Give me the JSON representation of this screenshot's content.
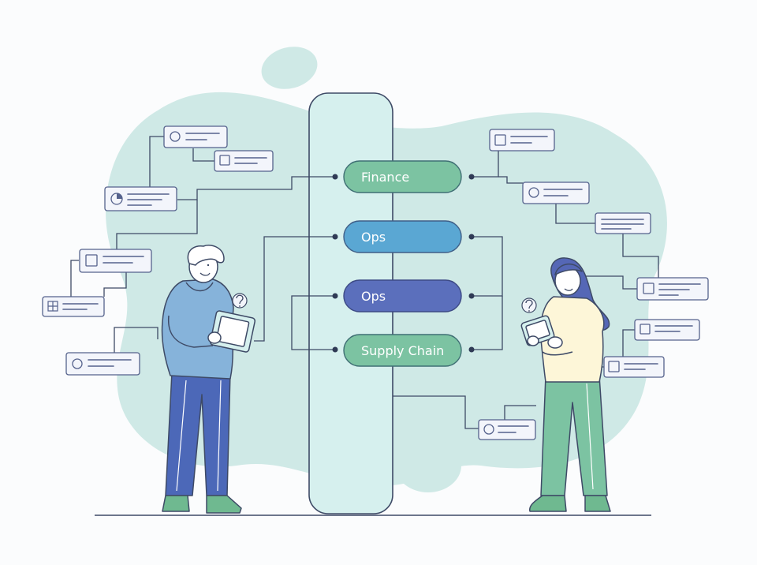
{
  "departments": [
    {
      "label": "Finance",
      "color": "#7cc3a2",
      "stroke": "#3f6f74"
    },
    {
      "label": "Ops",
      "color": "#5aa7d3",
      "stroke": "#3f5f88"
    },
    {
      "label": "Ops",
      "color": "#5b6fbc",
      "stroke": "#3d4a85"
    },
    {
      "label": "Supply Chain",
      "color": "#7cc3a2",
      "stroke": "#3f6f74"
    }
  ],
  "colors": {
    "line": "#3e4a66",
    "blob": "#cfe9e6",
    "pillar": "#d6f0ee",
    "card_fill": "#f3f5fb",
    "card_stroke": "#55628c",
    "skin": "#ffffff",
    "man_hoodie": "#86b3da",
    "man_pants": "#4c68b8",
    "woman_hair": "#5567b6",
    "woman_sweater": "#fdf6d8",
    "woman_pants": "#7cc3a2",
    "shoes": "#6fb990"
  },
  "icons": [
    "question-mark-icon",
    "tablet-icon",
    "circle-icon",
    "square-icon",
    "grid-icon",
    "pie-icon"
  ]
}
